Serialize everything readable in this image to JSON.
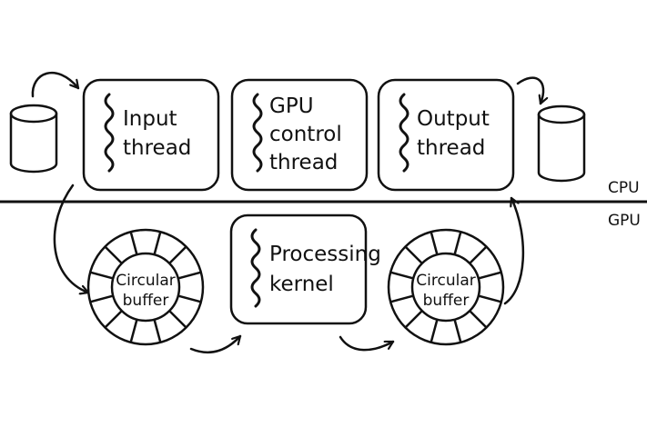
{
  "boxes": {
    "input_thread": {
      "line1": "Input",
      "line2": "thread"
    },
    "gpu_control_thread": {
      "line1": "GPU",
      "line2": "control",
      "line3": "thread"
    },
    "output_thread": {
      "line1": "Output",
      "line2": "thread"
    },
    "processing_kernel": {
      "line1": "Processing",
      "line2": "kernel"
    }
  },
  "buffers": {
    "left": {
      "line1": "Circular",
      "line2": "buffer"
    },
    "right": {
      "line1": "Circular",
      "line2": "buffer"
    }
  },
  "divider": {
    "upper_label": "CPU",
    "lower_label": "GPU"
  },
  "icons": {
    "storage": "cylinder-icon",
    "thread": "squiggle-thread-icon",
    "flow": "curved-arrow-icon"
  }
}
